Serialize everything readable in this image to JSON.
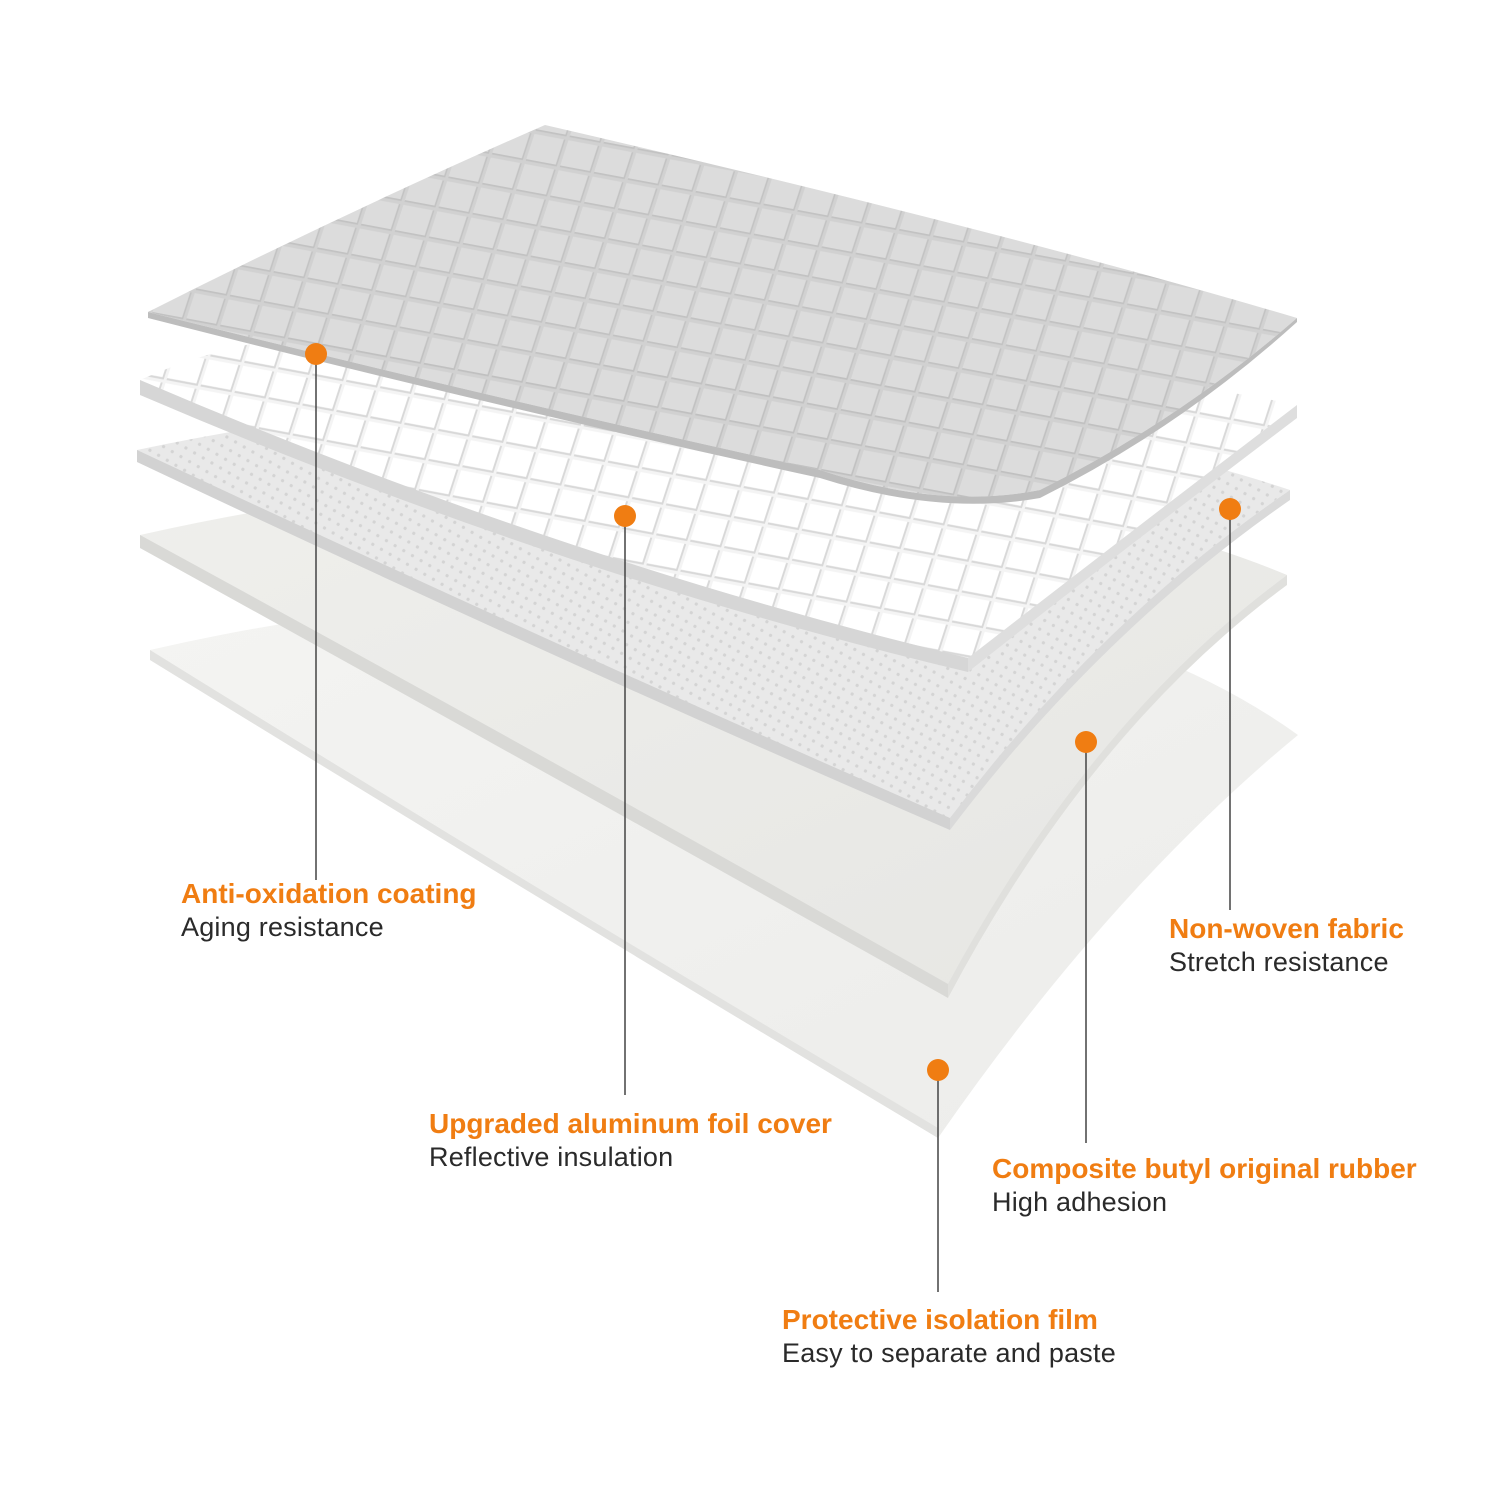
{
  "accent_color": "#f07d12",
  "layers": [
    {
      "id": "anti",
      "title": "Anti-oxidation coating",
      "subtitle": "Aging resistance"
    },
    {
      "id": "foil",
      "title": "Upgraded aluminum foil cover",
      "subtitle": "Reflective insulation"
    },
    {
      "id": "nonwoven",
      "title": "Non-woven fabric",
      "subtitle": "Stretch resistance"
    },
    {
      "id": "butyl",
      "title": "Composite butyl original rubber",
      "subtitle": "High adhesion"
    },
    {
      "id": "film",
      "title": "Protective isolation film",
      "subtitle": "Easy to separate and paste"
    }
  ]
}
